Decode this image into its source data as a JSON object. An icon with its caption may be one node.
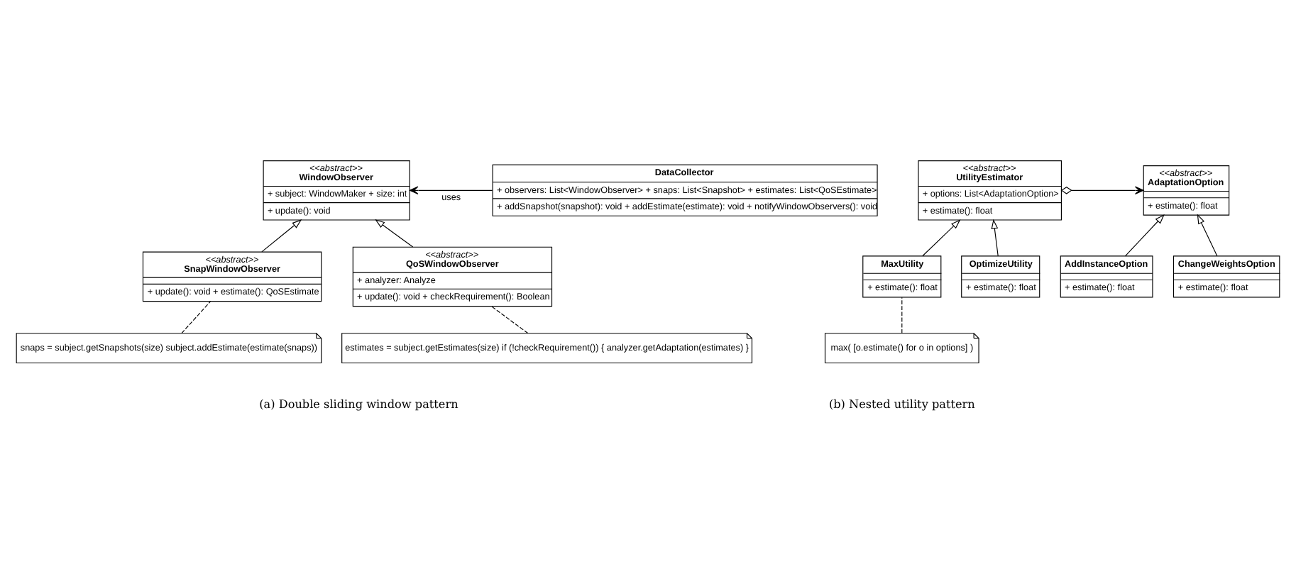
{
  "diagram": {
    "nodes": [
      {
        "text": [
          "<<abstract>>",
          "WindowObserver",
          "+ subject: WindowMaker + size: int",
          "+ update(): void"
        ]
      },
      {
        "text": [
          "DataCollector",
          "+ observers: List<WindowObserver> + snaps: List<Snapshot> + estimates: List<QoSEstimate>",
          "+ addSnapshot(snapshot): void + addEstimate(estimate): void + notifyWindowObservers(): void"
        ]
      },
      {
        "text": [
          "<<abstract>>",
          "SnapWindowObserver",
          "+ update(): void + estimate(): QoSEstimate"
        ]
      },
      {
        "text": [
          "<<abstract>>",
          "QoSWindowObserver",
          "+ analyzer: Analyze",
          "+ update(): void + checkRequirement(): Boolean"
        ]
      },
      {
        "text": [
          "snaps = subject.getSnapshots(size) subject.addEstimate(estimate(snaps))"
        ]
      },
      {
        "text": [
          "estimates = subject.getEstimates(size) if (!checkRequirement()) { analyzer.getAdaptation(estimates) }"
        ]
      },
      {
        "text": [
          "<<abstract>>",
          "UtilityEstimator",
          "+ options: List<AdaptationOption>",
          "+ estimate(): float"
        ]
      },
      {
        "text": [
          "<<abstract>>",
          "AdaptationOption",
          "+ estimate(): float"
        ]
      },
      {
        "text": [
          "MaxUtility",
          "+ estimate(): float"
        ]
      },
      {
        "text": [
          "OptimizeUtility",
          "+ estimate(): float"
        ]
      },
      {
        "text": [
          "max( [o.estimate() for o in options] )"
        ]
      },
      {
        "text": [
          "AddInstanceOption",
          "+ estimate(): float"
        ]
      },
      {
        "text": [
          "ChangeWeightsOption",
          "+ estimate(): float"
        ]
      }
    ],
    "edges": [
      {
        "from": 1,
        "to": 0,
        "arrow": "to",
        "label": "uses"
      },
      {
        "from": 2,
        "to": 0,
        "arrow": "to"
      },
      {
        "from": 3,
        "to": 0,
        "arrow": "to"
      },
      {
        "from": 4,
        "to": 2,
        "arrow": "none",
        "style": "dashed"
      },
      {
        "from": 5,
        "to": 3,
        "arrow": "none",
        "style": "dashed"
      },
      {
        "from": 6,
        "to": 7,
        "arrow": "to"
      },
      {
        "from": 8,
        "to": 6,
        "arrow": "to"
      },
      {
        "from": 9,
        "to": 6,
        "arrow": "to"
      },
      {
        "from": 11,
        "to": 7,
        "arrow": "to"
      },
      {
        "from": 12,
        "to": 7,
        "arrow": "to"
      },
      {
        "from": 10,
        "to": 8,
        "arrow": "none",
        "style": "dashed"
      }
    ],
    "labels": [
      "(a) Double sliding window pattern",
      "(b) Nested utility pattern"
    ]
  }
}
